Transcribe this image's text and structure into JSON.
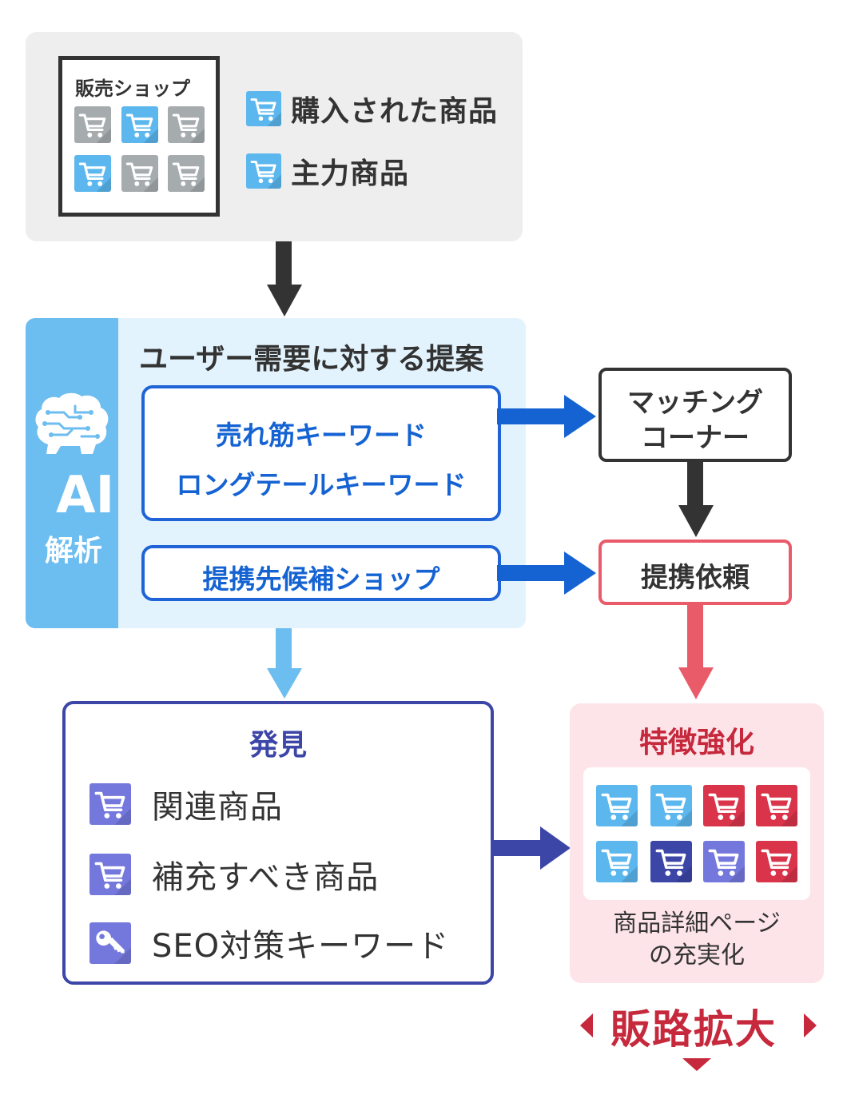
{
  "shop": {
    "title": "販売ショップ",
    "legend": [
      {
        "label": "購入された商品",
        "icon": "cart-icon",
        "color": "#5bb7ee"
      },
      {
        "label": "主力商品",
        "icon": "cart-icon",
        "color": "#5bb7ee"
      }
    ]
  },
  "ai": {
    "title": "AI",
    "subtitle": "解析",
    "icon": "brain-circuit-icon",
    "heading": "ユーザー需要に対する提案",
    "keyword_line1": "売れ筋キーワード",
    "keyword_line2": "ロングテールキーワード",
    "partner_candidates": "提携先候補ショップ"
  },
  "matching": {
    "line1": "マッチング",
    "line2": "コーナー"
  },
  "partner_request": "提携依頼",
  "discovery": {
    "title": "発見",
    "items": [
      {
        "label": "関連商品",
        "icon": "cart-icon"
      },
      {
        "label": "補充すべき商品",
        "icon": "cart-icon"
      },
      {
        "label": "SEO対策キーワード",
        "icon": "key-icon"
      }
    ]
  },
  "feature": {
    "title": "特徴強化",
    "caption_line1": "商品詳細ページ",
    "caption_line2": "の充実化"
  },
  "expansion": "販路拡大",
  "colors": {
    "gray": "#a6abae",
    "light_blue": "#5bb7ee",
    "blue": "#1f63d6",
    "indigo": "#3c46a7",
    "violet": "#7478dc",
    "red": "#d9344a",
    "pink": "#ea5b6a"
  }
}
